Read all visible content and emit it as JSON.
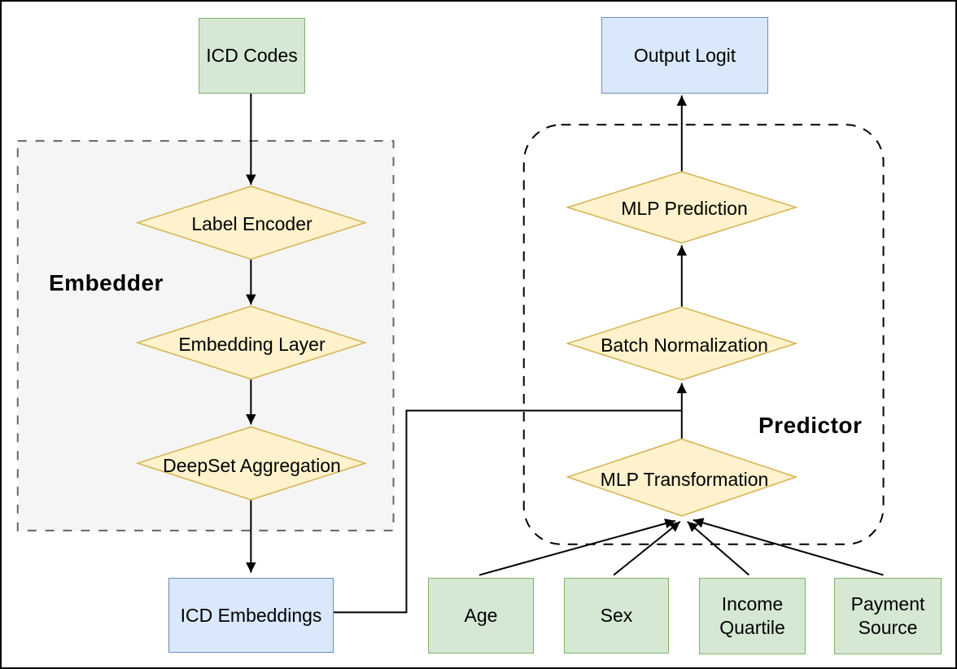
{
  "nodes": {
    "icd_codes": "ICD Codes",
    "output_logit": "Output Logit",
    "icd_embeddings": "ICD Embeddings",
    "age": "Age",
    "sex": "Sex",
    "income_quartile": "Income Quartile",
    "payment_source": "Payment Source",
    "label_encoder": "Label Encoder",
    "embedding_layer": "Embedding Layer",
    "deepset_aggregation": "DeepSet Aggregation",
    "mlp_prediction": "MLP Prediction",
    "batch_normalization": "Batch Normalization",
    "mlp_transformation": "MLP Transformation"
  },
  "groups": {
    "embedder_label": "Embedder",
    "predictor_label": "Predictor"
  },
  "colors": {
    "green_fill": "#d5e8d4",
    "green_border": "#82b366",
    "blue_fill": "#dae8fc",
    "blue_border": "#6c8ebf",
    "diamond_fill": "#fff2cc",
    "diamond_border": "#d6b656",
    "embedder_fill": "#f5f5f5",
    "embedder_border": "#666666",
    "predictor_border": "#000000",
    "edge_color": "#000000"
  }
}
